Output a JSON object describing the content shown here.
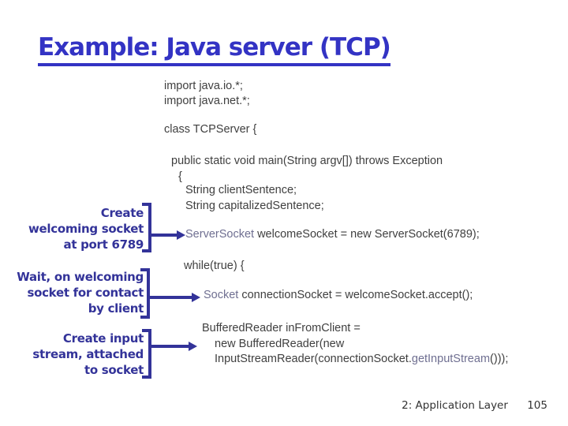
{
  "title": "Example: Java server (TCP)",
  "footer": {
    "section": "2: Application Layer",
    "page": "105"
  },
  "annotations": [
    {
      "lines": [
        "Create",
        "welcoming socket",
        "at port 6789"
      ]
    },
    {
      "lines": [
        "Wait, on welcoming",
        "socket for contact",
        "by client"
      ]
    },
    {
      "lines": [
        "Create input",
        "stream, attached",
        "to socket"
      ]
    }
  ],
  "code": {
    "import_io": "import java.io.*;",
    "import_net": "import java.net.*;",
    "class_decl": "class TCPServer {",
    "main_decl": "public static void main(String argv[]) throws Exception",
    "open_brace": "{",
    "decl_client": "String clientSentence;",
    "decl_capitalized": "String capitalizedSentence;",
    "server_socket": {
      "type": "ServerSocket",
      "rest": " welcomeSocket = new ServerSocket(6789);"
    },
    "while_loop": "while(true) {",
    "accept": {
      "type": "Socket",
      "rest": " connectionSocket = welcomeSocket.accept();"
    },
    "reader_line1": "BufferedReader inFromClient =",
    "reader_line2": "new BufferedReader(new",
    "reader_line3": {
      "pre": "InputStreamReader(connectionSocket.",
      "method": "getInputStream",
      "post": "()));"
    }
  },
  "colors": {
    "title_blue": "#3333c4",
    "annotation_navy": "#333399",
    "code_gray": "#3f3f3f",
    "type_slate": "#6f6f91",
    "footer_gray": "#333333"
  }
}
